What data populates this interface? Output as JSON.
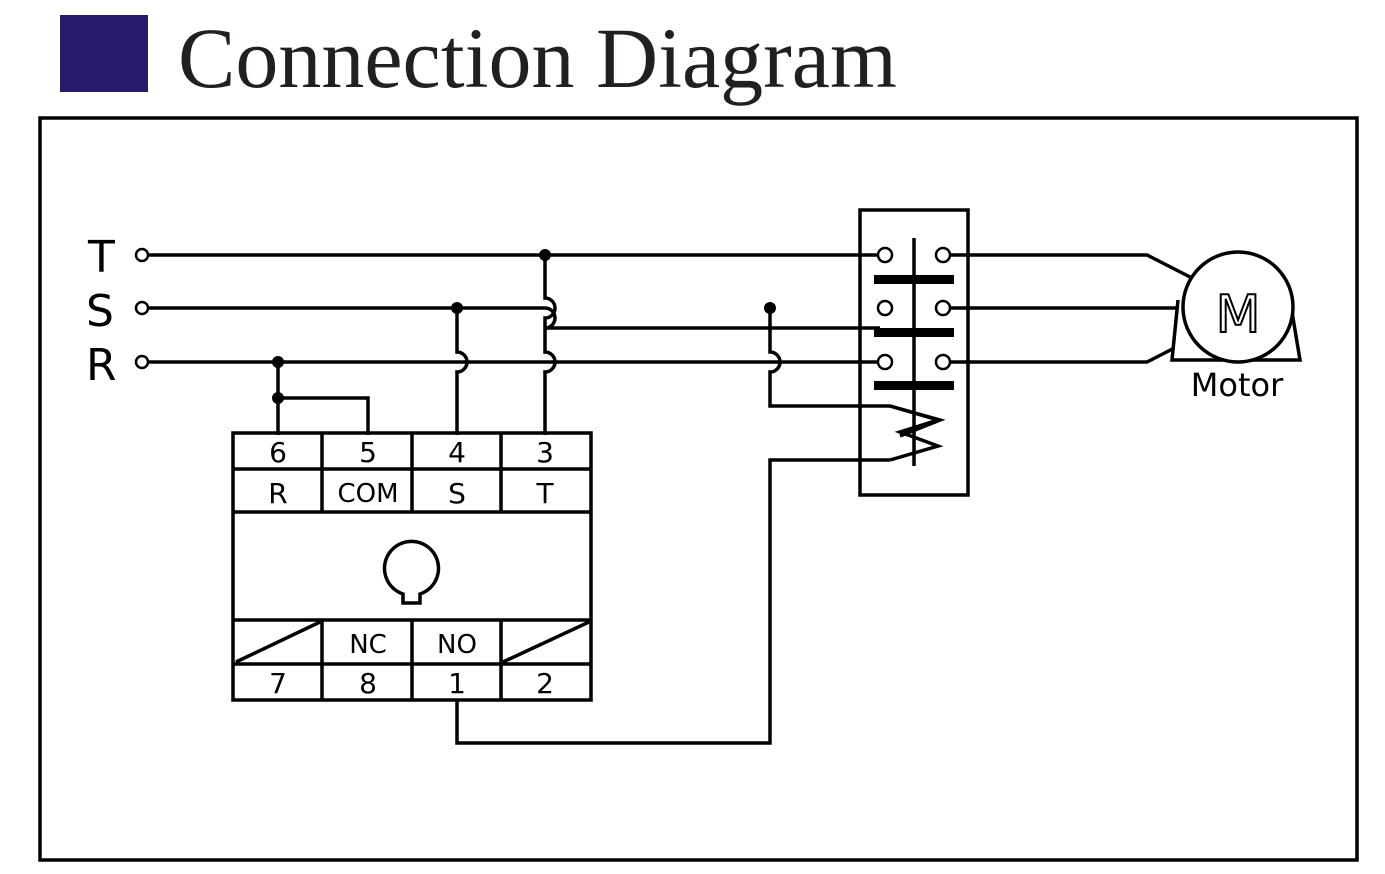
{
  "title": "Connection Diagram",
  "colors": {
    "title_square": "#2a1a6e",
    "title_text": "#231f20"
  },
  "phases": {
    "t": "T",
    "s": "S",
    "r": "R"
  },
  "relay": {
    "top_numbers": {
      "n6": "6",
      "n5": "5",
      "n4": "4",
      "n3": "3"
    },
    "top_labels": {
      "r": "R",
      "com": "COM",
      "s": "S",
      "t": "T"
    },
    "bottom_labels": {
      "nc": "NC",
      "no": "NO"
    },
    "bottom_numbers": {
      "n7": "7",
      "n8": "8",
      "n1": "1",
      "n2": "2"
    }
  },
  "motor": {
    "symbol": "M",
    "label": "Motor"
  }
}
